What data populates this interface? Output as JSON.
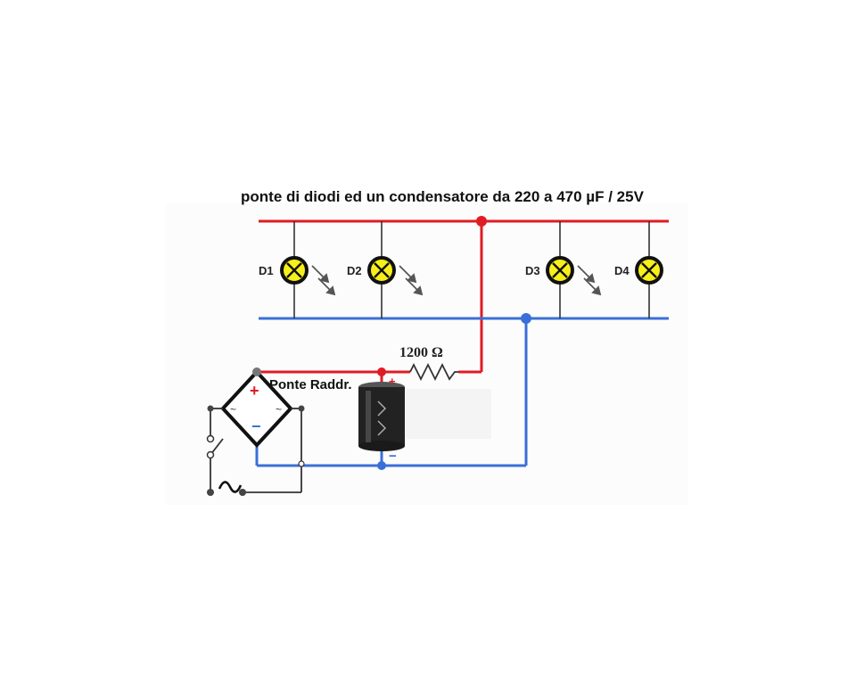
{
  "title": "ponte di diodi ed un condensatore da 220 a 470 µF / 25V",
  "leds": [
    {
      "label": "D1"
    },
    {
      "label": "D2"
    },
    {
      "label": "D3"
    },
    {
      "label": "D4"
    }
  ],
  "resistor": {
    "label": "1200 Ω"
  },
  "bridge": {
    "label": "Ponte Raddr.",
    "plus": "+",
    "minus": "−",
    "ac_symbol": "~"
  },
  "capacitor": {
    "plus": "+",
    "minus": "−"
  },
  "colors": {
    "positive_wire": "#e01b24",
    "negative_wire": "#3a6fd8",
    "other_wire": "#333333",
    "led_fill": "#f7ef1a",
    "led_ring": "#111111",
    "capacitor_body": "#222222"
  }
}
